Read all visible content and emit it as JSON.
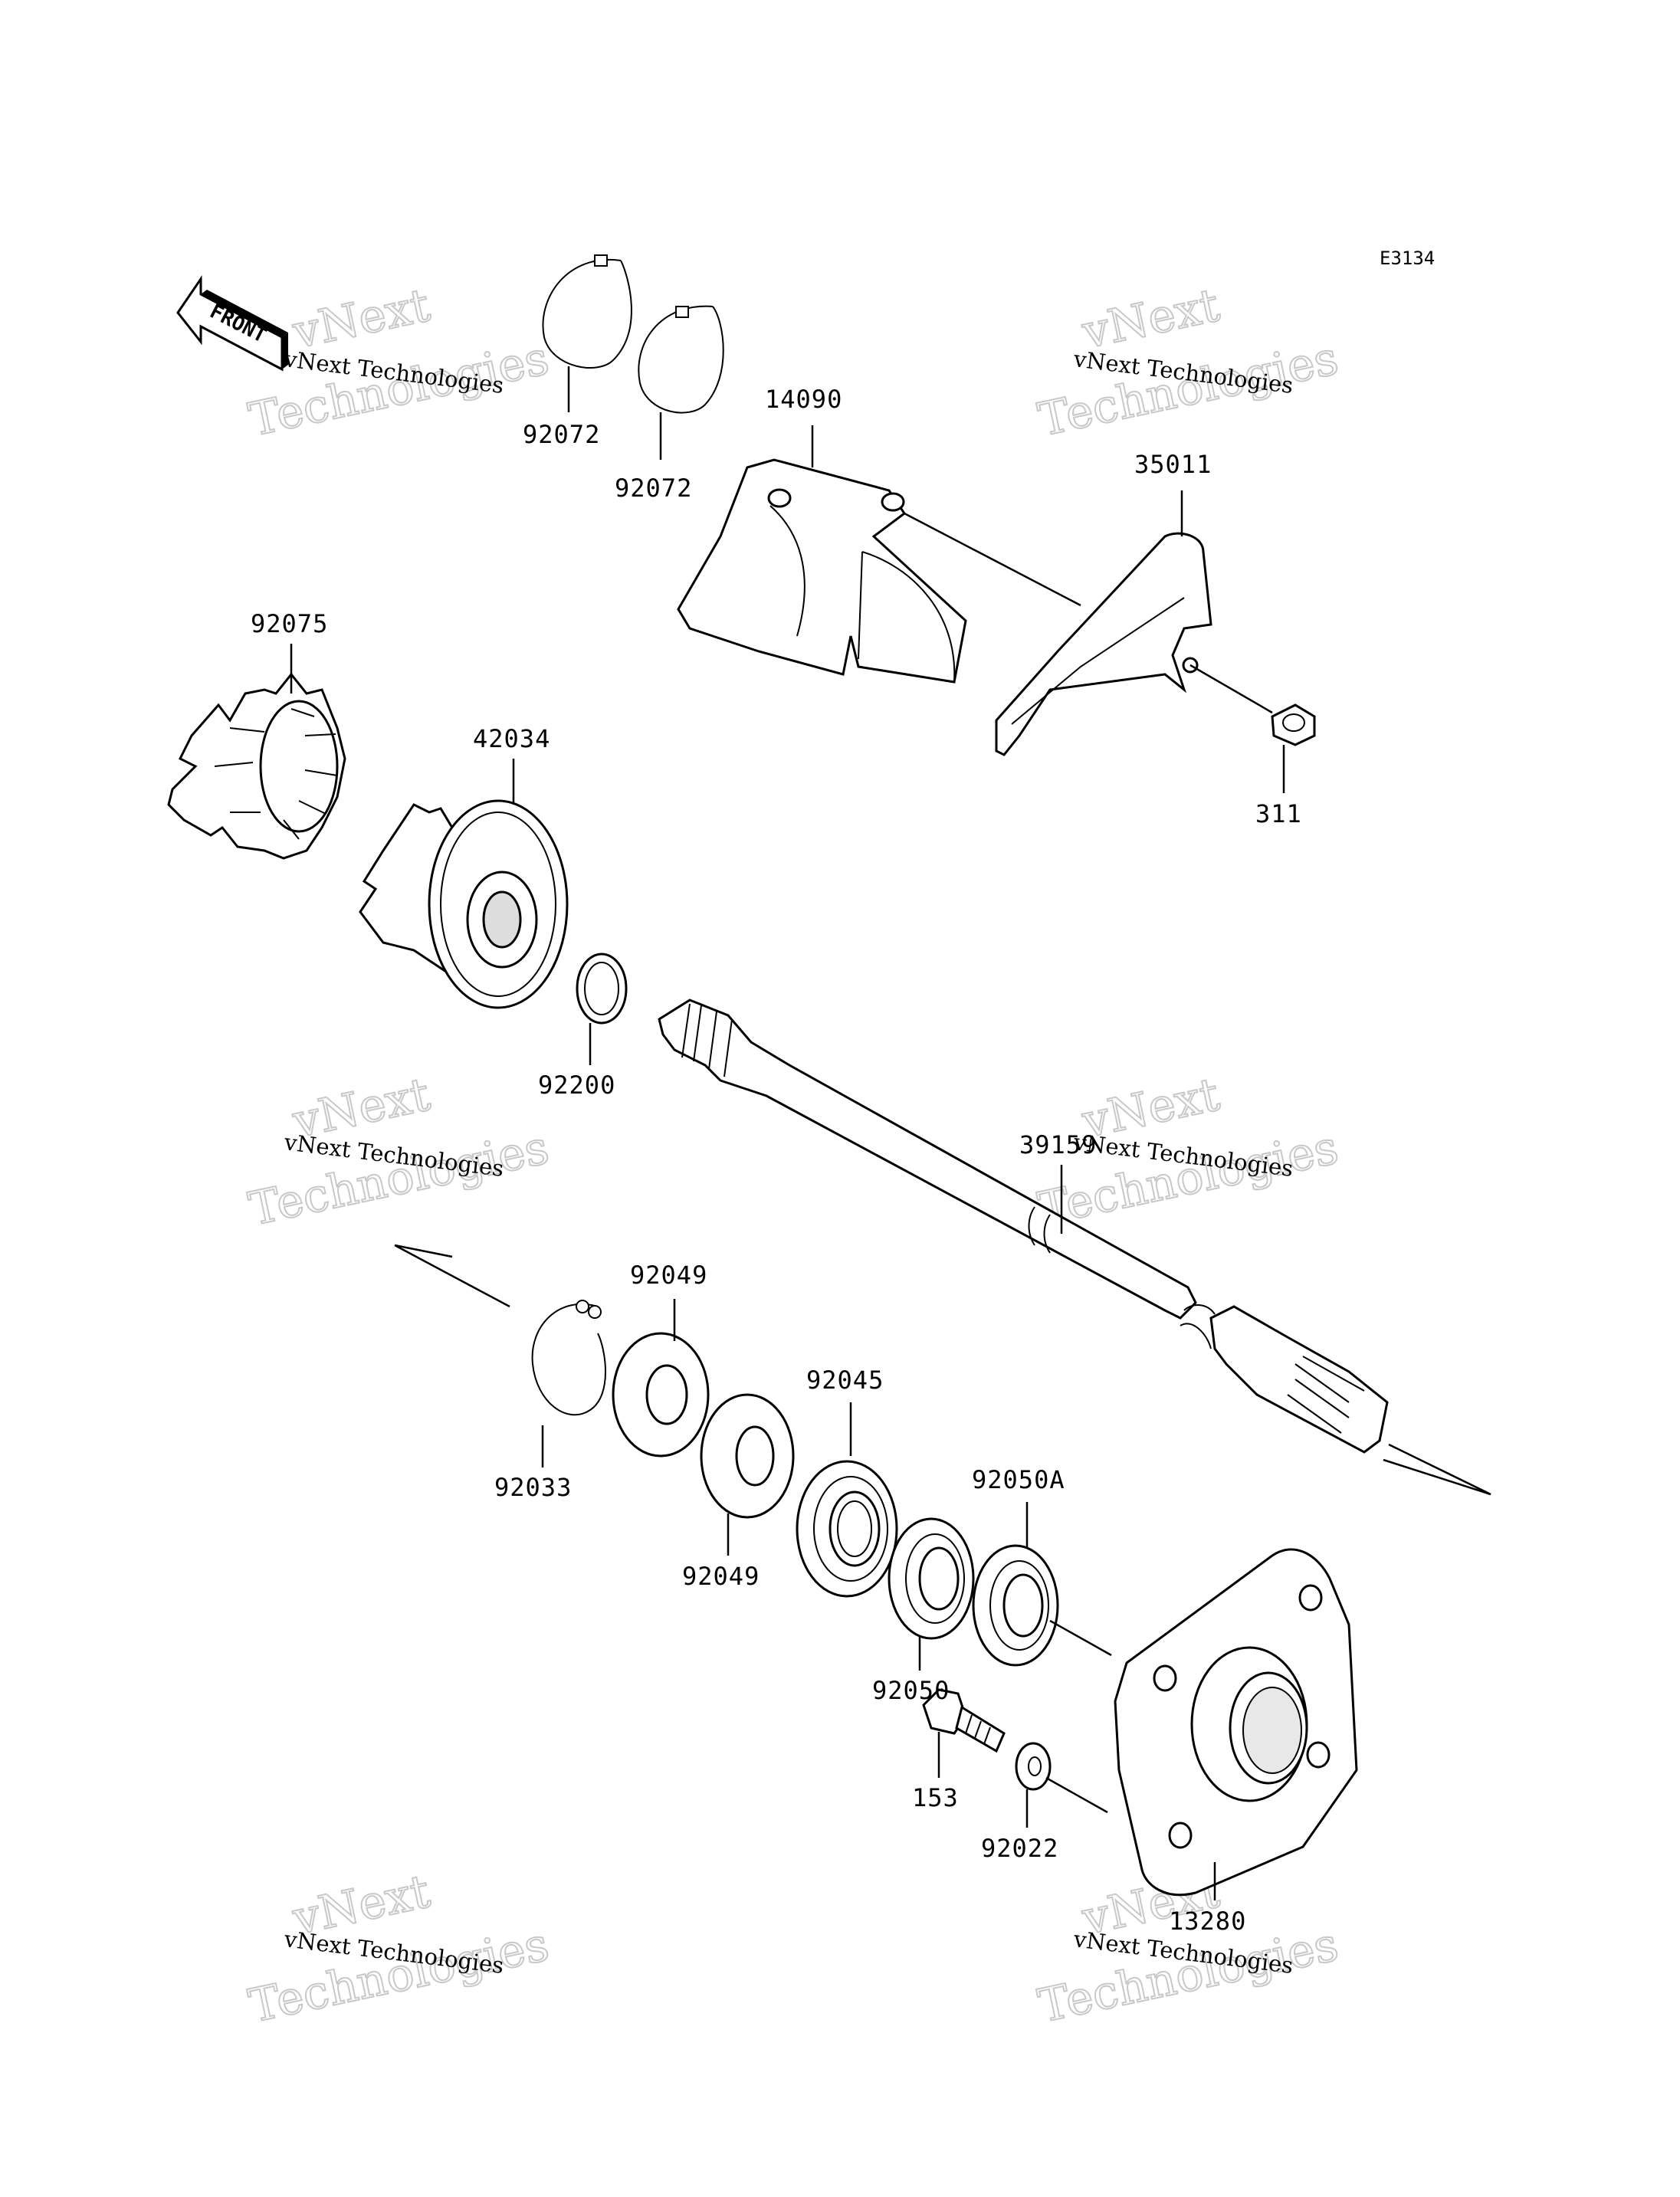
{
  "diagram_code": "E3134",
  "front_label": "FRONT",
  "watermark": {
    "brand": "vNext",
    "word": "Technologies",
    "caption": "vNext Technologies"
  },
  "parts": [
    {
      "id": "p92072a",
      "number": "92072"
    },
    {
      "id": "p92072b",
      "number": "92072"
    },
    {
      "id": "p14090",
      "number": "14090"
    },
    {
      "id": "p35011",
      "number": "35011"
    },
    {
      "id": "p311",
      "number": "311"
    },
    {
      "id": "p92075",
      "number": "92075"
    },
    {
      "id": "p42034",
      "number": "42034"
    },
    {
      "id": "p92200",
      "number": "92200"
    },
    {
      "id": "p39159",
      "number": "39159"
    },
    {
      "id": "p92049a",
      "number": "92049"
    },
    {
      "id": "p92033",
      "number": "92033"
    },
    {
      "id": "p92045",
      "number": "92045"
    },
    {
      "id": "p92049b",
      "number": "92049"
    },
    {
      "id": "p92050A",
      "number": "92050A"
    },
    {
      "id": "p92050",
      "number": "92050"
    },
    {
      "id": "p153",
      "number": "153"
    },
    {
      "id": "p92022",
      "number": "92022"
    },
    {
      "id": "p13280",
      "number": "13280"
    }
  ]
}
